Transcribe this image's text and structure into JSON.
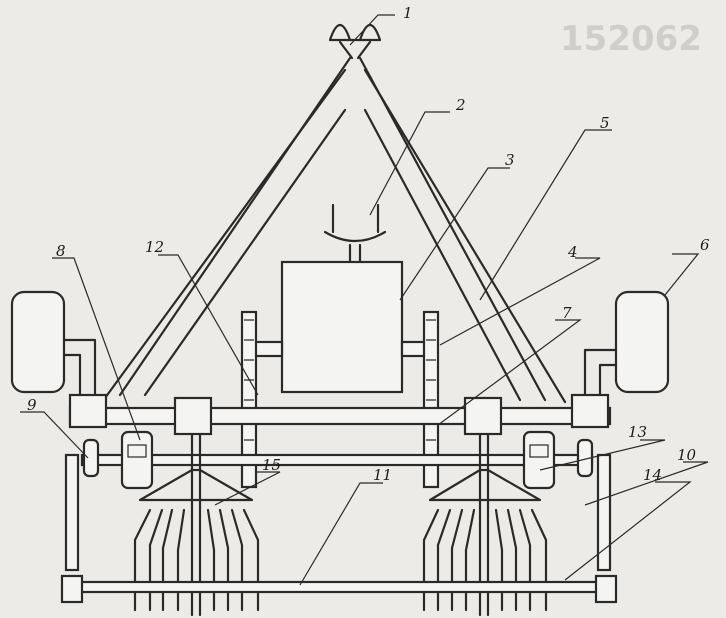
{
  "labels": {
    "l1": "1",
    "l2": "2",
    "l3": "3",
    "l4": "4",
    "l5": "5",
    "l6": "6",
    "l7": "7",
    "l8": "8",
    "l9": "9",
    "l10": "10",
    "l11": "11",
    "l12": "12",
    "l13": "13",
    "l14": "14",
    "l15": "15"
  },
  "background_text": {
    "line1": "152062"
  }
}
